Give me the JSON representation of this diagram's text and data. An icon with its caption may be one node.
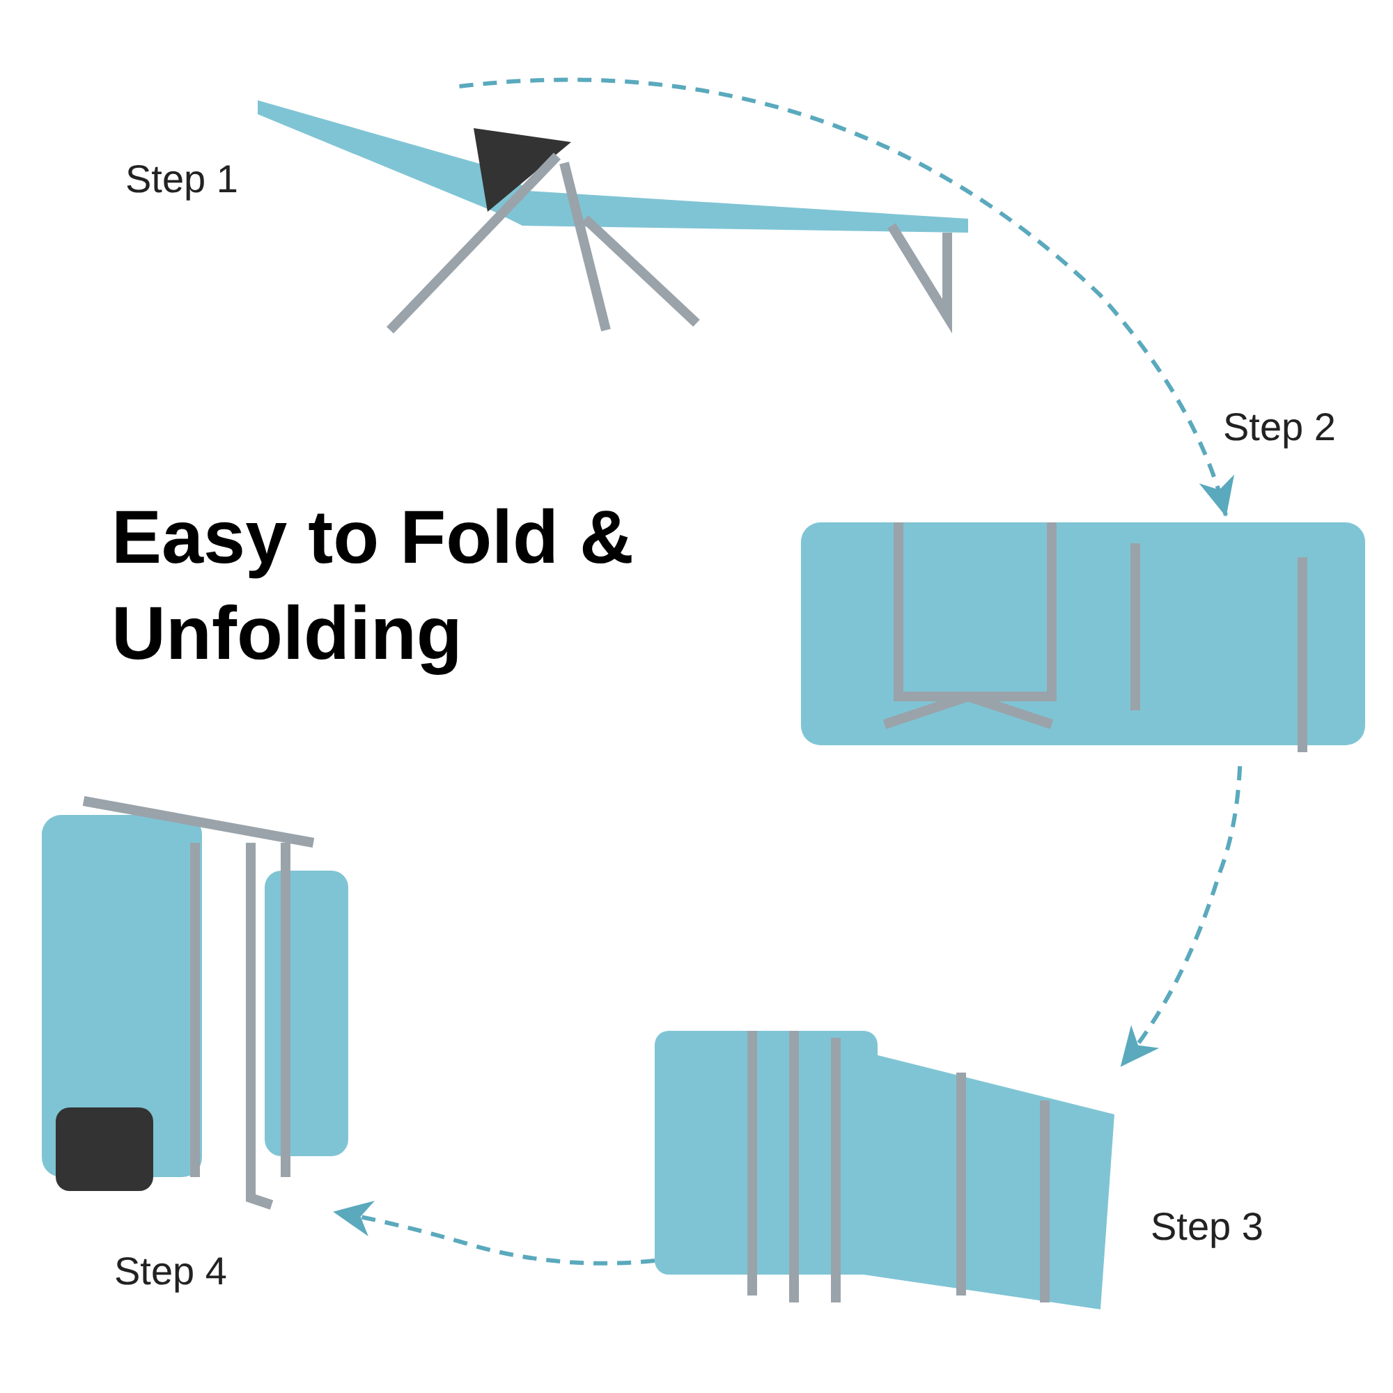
{
  "diagram": {
    "title": "Easy to Fold & Unfolding",
    "nodes": [
      {
        "text": [],
        "shape": "picture",
        "beside": [
          "Step 1"
        ]
      },
      {
        "text": [],
        "shape": "picture",
        "beside": [
          "Step 2"
        ]
      },
      {
        "text": [],
        "shape": "picture",
        "beside": [
          "Step 3"
        ]
      },
      {
        "text": [],
        "shape": "picture",
        "beside": [
          "Step 4"
        ]
      }
    ],
    "edges": [
      {
        "from": 0,
        "to": 1,
        "arrow": "to",
        "style": "dashed"
      },
      {
        "from": 1,
        "to": 2,
        "arrow": "to",
        "style": "dashed"
      },
      {
        "from": 2,
        "to": 3,
        "arrow": "to",
        "style": "dashed"
      }
    ]
  }
}
